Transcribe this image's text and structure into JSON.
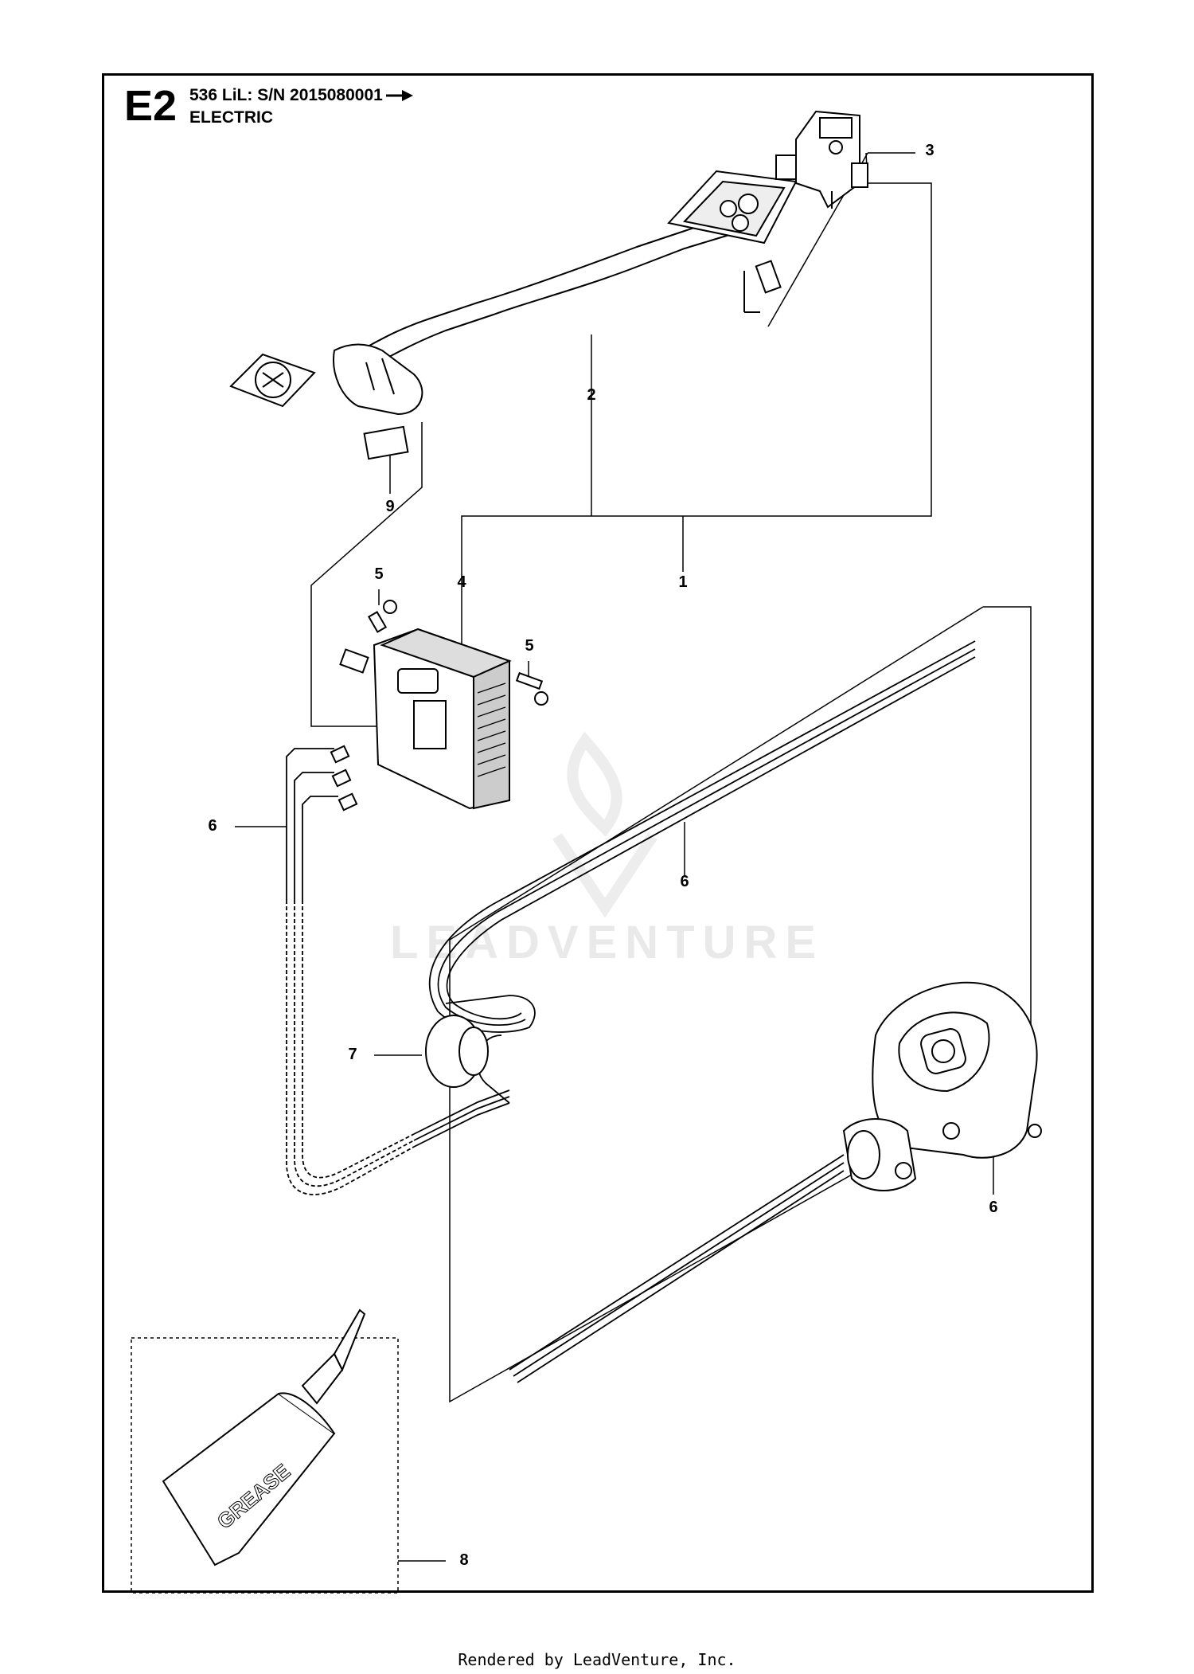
{
  "header": {
    "code": "E2",
    "model_line": "536 LiL: S/N  2015080001",
    "section": "ELECTRIC"
  },
  "callouts": [
    "1",
    "2",
    "3",
    "4",
    "5",
    "5",
    "6",
    "6",
    "6",
    "7",
    "8",
    "9"
  ],
  "watermark": "LEADVENTURE",
  "grease_label": "GREASE",
  "footer": "Rendered by LeadVenture, Inc."
}
